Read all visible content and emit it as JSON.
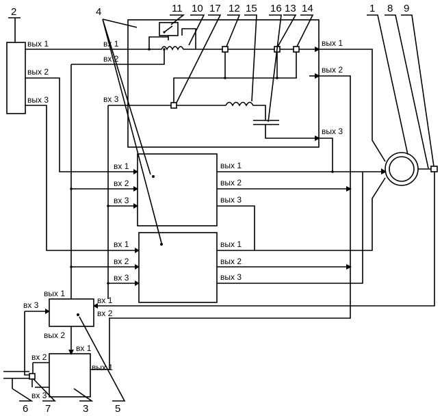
{
  "ports": {
    "in1": "вх 1",
    "in2": "вх 2",
    "in3": "вх 3",
    "out1": "вых 1",
    "out2": "вых 2",
    "out3": "вых 3"
  },
  "callouts": {
    "n1": "1",
    "n2": "2",
    "n3": "3",
    "n4": "4",
    "n5": "5",
    "n6": "6",
    "n7": "7",
    "n8": "8",
    "n9": "9",
    "n10": "10",
    "n11": "11",
    "n12": "12",
    "n13": "13",
    "n14": "14",
    "n15": "15",
    "n16": "16",
    "n17": "17"
  }
}
